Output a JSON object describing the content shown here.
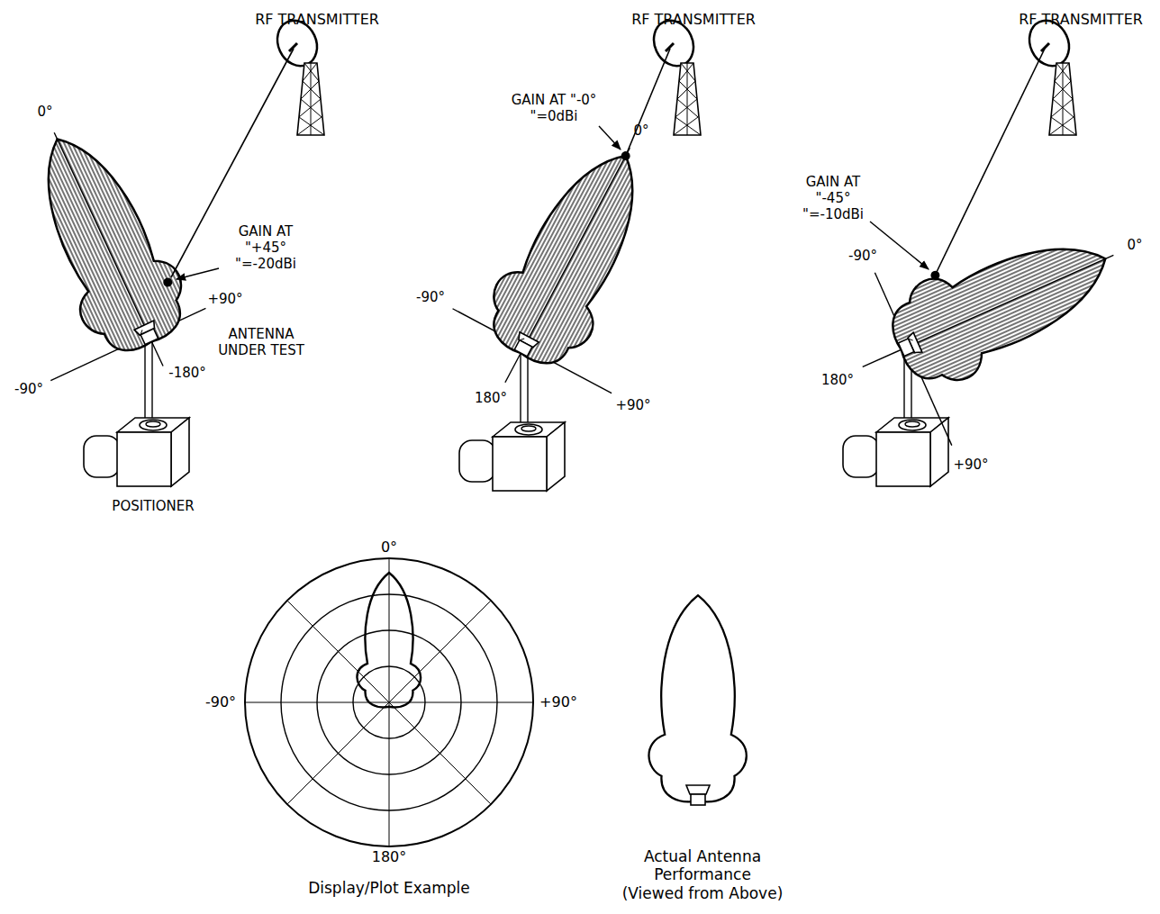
{
  "diagram": {
    "labels": [
      "RF TRANSMITTER",
      "0°",
      "GAIN AT \"+45° \"=-20dBi",
      "+90°",
      "ANTENNA UNDER TEST",
      "-90°",
      "-180°",
      "POSITIONER",
      "RF TRANSMITTER",
      "GAIN AT \"-0° \"=0dBi",
      "0°",
      "-90°",
      "180°",
      "+90°",
      "RF TRANSMITTER",
      "GAIN AT \"-45° \"=-10dBi",
      "0°",
      "-90°",
      "180°",
      "+90°",
      "0°",
      "-90°",
      "+90°",
      "180°",
      "Display/Plot Example",
      "Actual Antenna Performance (Viewed from Above)"
    ]
  }
}
